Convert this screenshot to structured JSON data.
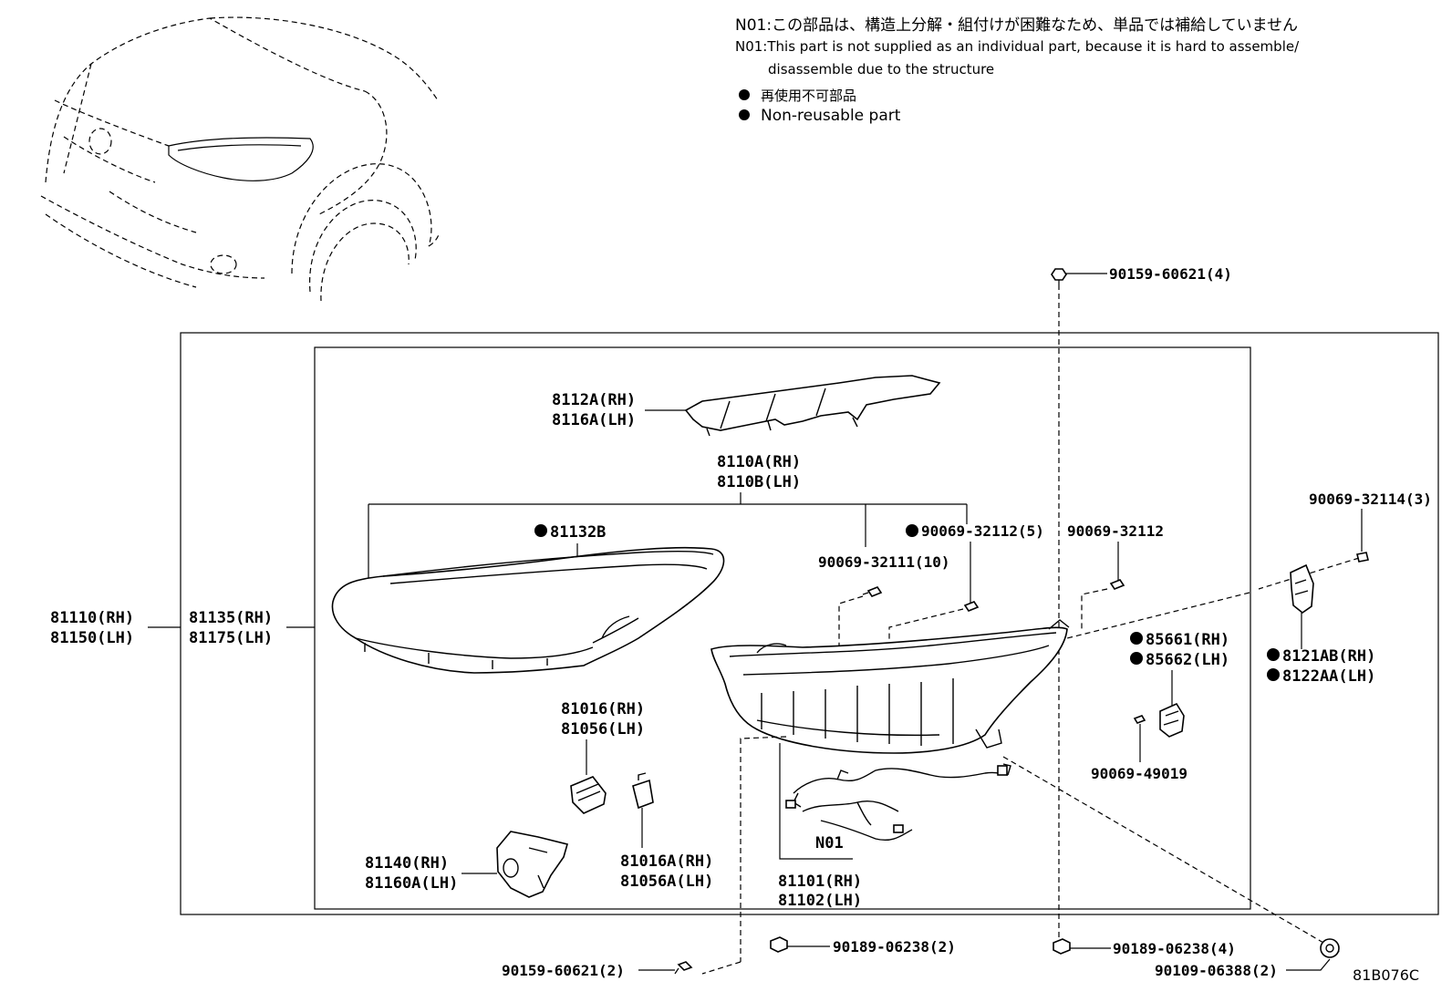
{
  "notes": {
    "n01_jp": "N01:この部品は、構造上分解・組付けが困難なため、単品では補給していません",
    "n01_en_1": "N01:This part is not supplied as an individual part, because it is hard to assemble/",
    "n01_en_2": "disassemble due to the structure",
    "nonreusable_jp": "再使用不可部品",
    "nonreusable_en": "Non-reusable part"
  },
  "figure_code": "81B076C",
  "labels": {
    "p8112A": "8112A(RH)",
    "p8116A": "8116A(LH)",
    "p8110A": "8110A(RH)",
    "p8110B": "8110B(LH)",
    "p81132B": "81132B",
    "p90069_32111": "90069-32111(10)",
    "p90069_32112_5": "90069-32112(5)",
    "p90069_32112": "90069-32112",
    "p90069_32114": "90069-32114(3)",
    "p90159_top": "90159-60621(4)",
    "p81110": "81110(RH)",
    "p81150": "81150(LH)",
    "p81135": "81135(RH)",
    "p81175": "81175(LH)",
    "p85661": "85661(RH)",
    "p85662": "85662(LH)",
    "p8121AB": "8121AB(RH)",
    "p8122AA": "8122AA(LH)",
    "p90069_49019": "90069-49019",
    "p81016": "81016(RH)",
    "p81056": "81056(LH)",
    "p81016A": "81016A(RH)",
    "p81056A": "81056A(LH)",
    "p81140": "81140(RH)",
    "p81160A": "81160A(LH)",
    "n01": "N01",
    "p81101": "81101(RH)",
    "p81102": "81102(LH)",
    "p90189_2": "90189-06238(2)",
    "p90189_4": "90189-06238(4)",
    "p90159_bottom": "90159-60621(2)",
    "p90109": "90109-06388(2)"
  }
}
